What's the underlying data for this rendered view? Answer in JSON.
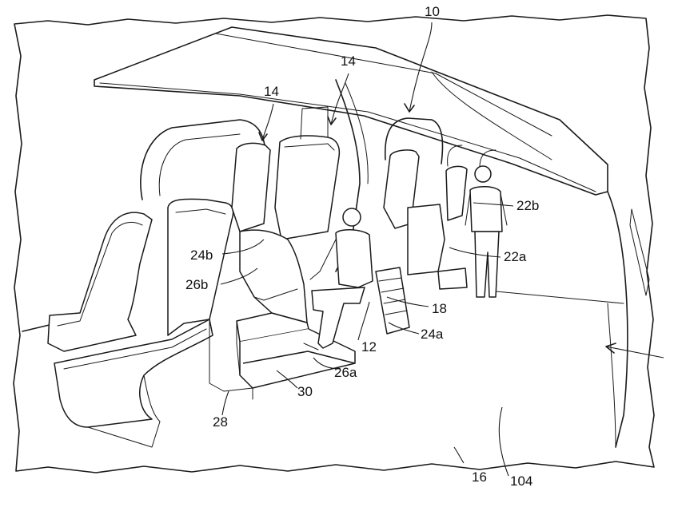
{
  "reference_numerals": {
    "fuselage": "10",
    "seat_upper_left": "14",
    "seat_upper_mid": "14",
    "passenger_lower": "12",
    "floor": "16",
    "step": "18",
    "upper_row_b": "22b",
    "upper_row_a": "22a",
    "upper_seat_b": "24b",
    "lower_seat_a": "24a",
    "upper_seat_shell_b": "26b",
    "lower_seat_shell_a": "26a",
    "support_frame": "28",
    "footrest": "30",
    "aisle": "104"
  }
}
